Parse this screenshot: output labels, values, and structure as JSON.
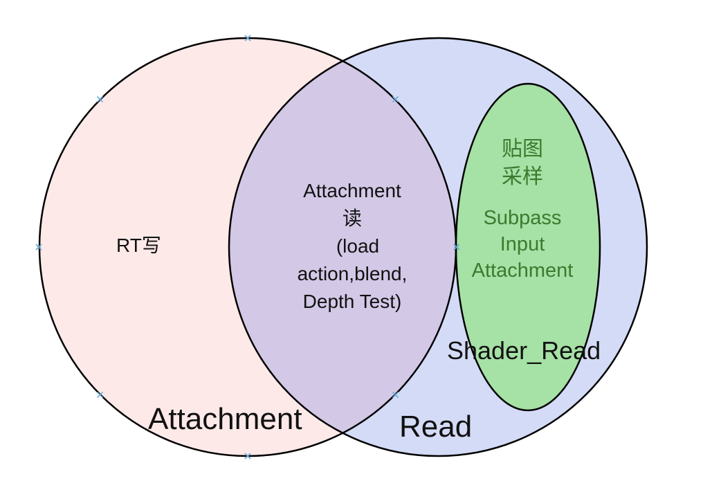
{
  "diagram": {
    "type": "venn",
    "sets": [
      {
        "id": "attachment",
        "title": "Attachment",
        "fill": "#fce9e8"
      },
      {
        "id": "read",
        "title": "Read",
        "fill": "#d4dbf6"
      },
      {
        "id": "shader_read",
        "title": "Shader_Read",
        "fill": "#a6e1a6"
      }
    ],
    "overlap_fill": "#d3c8e6",
    "stroke": "#000000",
    "handle_color": "#6aaad4",
    "regions": {
      "attachment_only": "RT写",
      "overlap": {
        "line1": "Attachment",
        "line2": "读",
        "line3": "(load",
        "line4": "action,blend,",
        "line5": "Depth Test)"
      },
      "shader_read": {
        "line1": "贴图",
        "line2": "采样",
        "line3": "Subpass",
        "line4": "Input",
        "line5": "Attachment"
      }
    },
    "text_color_green": "#3d7a2e"
  }
}
